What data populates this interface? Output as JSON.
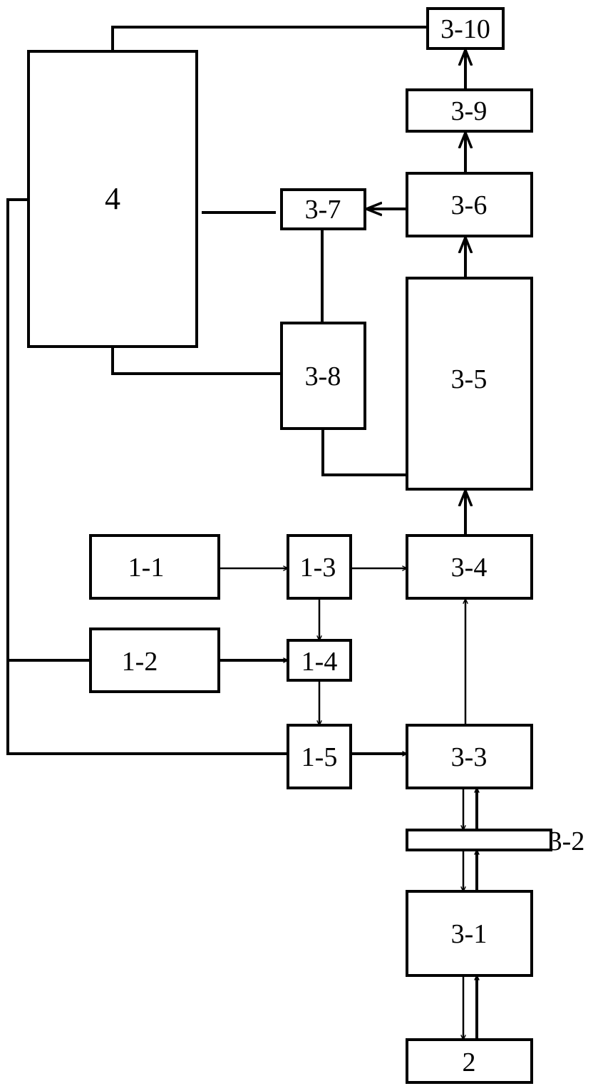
{
  "diagram": {
    "blocks": {
      "b4": "4",
      "b3_10": "3-10",
      "b3_9": "3-9",
      "b3_6": "3-6",
      "b3_7": "3-7",
      "b3_8": "3-8",
      "b3_5": "3-5",
      "b1_1": "1-1",
      "b1_3": "1-3",
      "b3_4": "3-4",
      "b1_2": "1-2",
      "b1_4": "1-4",
      "b1_5": "1-5",
      "b3_3": "3-3",
      "b3_2": "3-2",
      "b3_1": "3-1",
      "b2": "2"
    }
  }
}
